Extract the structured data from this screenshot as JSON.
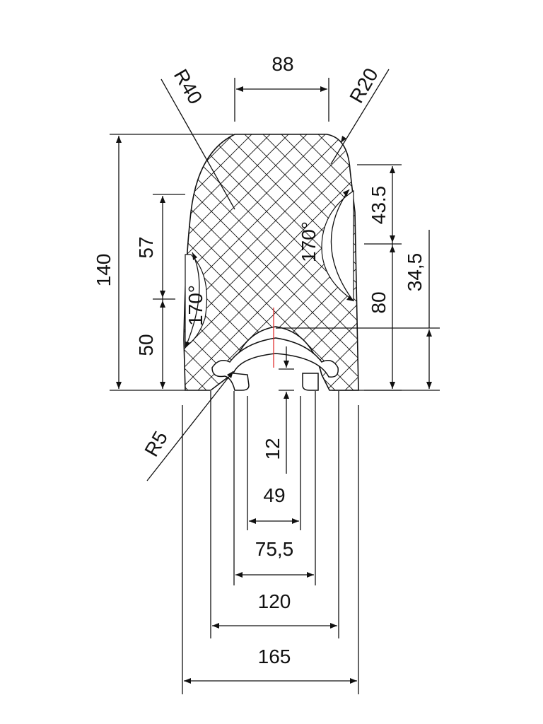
{
  "drawing": {
    "colors": {
      "line": "#111111",
      "centerline": "#e02020",
      "background": "#ffffff"
    },
    "dimensions": {
      "top_width": "88",
      "r40": "R40",
      "r20": "R20",
      "r5": "R5",
      "height_total": "140",
      "d57": "57",
      "d50": "50",
      "angle_left": "170°",
      "angle_right": "170°",
      "d43_5": "43.5",
      "d34_5": "34,5",
      "d80": "80",
      "d12": "12",
      "d49": "49",
      "d75_5": "75,5",
      "d120": "120",
      "d165": "165"
    }
  }
}
